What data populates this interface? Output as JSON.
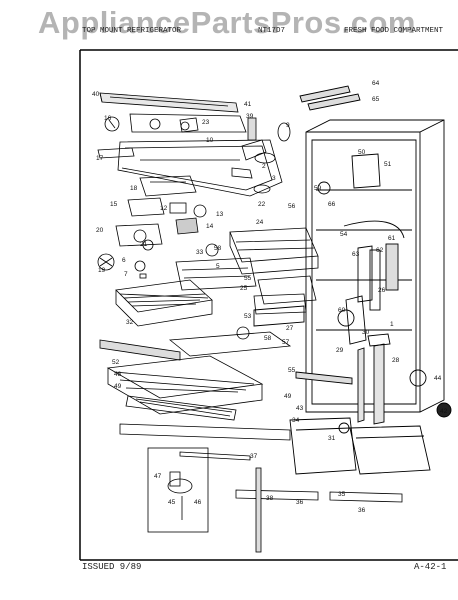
{
  "watermark": "AppliancePartsPros.com",
  "header": {
    "left": "TOP MOUNT REFRIGERATOR",
    "model": "NT17D7",
    "right": "FRESH FOOD COMPARTMENT"
  },
  "footer": {
    "issued": "ISSUED 9/89",
    "page_code": "A-42-1"
  },
  "callouts": [
    "1",
    "2",
    "3",
    "4",
    "5",
    "6",
    "7",
    "8",
    "9",
    "10",
    "11",
    "12",
    "13",
    "14",
    "15",
    "16",
    "17",
    "18",
    "19",
    "20",
    "21",
    "22",
    "23",
    "24",
    "25",
    "26",
    "27",
    "28",
    "29",
    "30",
    "31",
    "32",
    "33",
    "34",
    "35",
    "36",
    "37",
    "38",
    "39",
    "40",
    "41",
    "42",
    "43",
    "44",
    "45",
    "46",
    "47",
    "48",
    "49",
    "50",
    "51",
    "52",
    "53",
    "54",
    "55",
    "56",
    "57",
    "58",
    "59",
    "60",
    "61",
    "62",
    "63",
    "64",
    "65",
    "66"
  ]
}
